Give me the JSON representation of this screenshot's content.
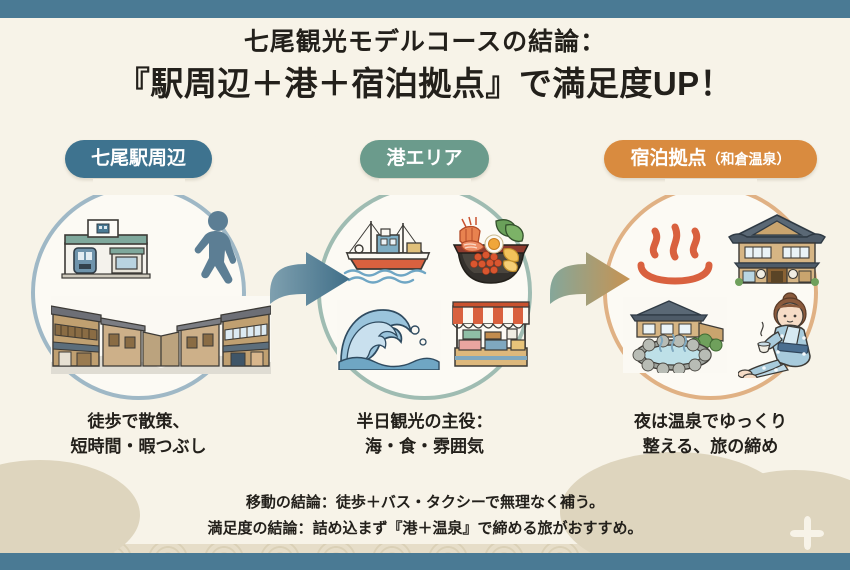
{
  "colors": {
    "bar": "#4A7A94",
    "bg": "#E6DDC8",
    "cream": "#F7F3E8",
    "pill_blue": "#3E738F",
    "pill_green": "#6B9B8C",
    "pill_orange": "#D98B3F",
    "ring_blue": "#9FB8C6",
    "ring_green": "#9FBCB2",
    "ring_orange": "#E0B184",
    "arrow_blue": "#4A7A94",
    "arrow_tan": "#C79352",
    "text": "#23201B"
  },
  "title": {
    "line1": "七尾観光モデルコースの結論：",
    "line2": "『駅周辺＋港＋宿泊拠点』で満足度UP！"
  },
  "columns": [
    {
      "pill_label": "七尾駅周辺",
      "pill_sub": "",
      "pill_color": "#3E738F",
      "ring_color": "#9FB8C6",
      "icons": [
        "train-station-icon",
        "walking-person-icon",
        "townscape-street-left-icon",
        "townscape-street-right-icon"
      ],
      "caption_line1": "徒歩で散策、",
      "caption_line2": "短時間・暇つぶし"
    },
    {
      "pill_label": "港エリア",
      "pill_sub": "",
      "pill_color": "#6B9B8C",
      "ring_color": "#9FBCB2",
      "icons": [
        "fishing-boat-icon",
        "seafood-bowl-icon",
        "ocean-wave-icon",
        "market-stall-icon"
      ],
      "caption_line1": "半日観光の主役：",
      "caption_line2": "海・食・雰囲気"
    },
    {
      "pill_label": "宿泊拠点",
      "pill_sub": "（和倉温泉）",
      "pill_color": "#D98B3F",
      "ring_color": "#E0B184",
      "icons": [
        "onsen-steam-icon",
        "ryokan-building-icon",
        "open-air-bath-icon",
        "yukata-woman-icon"
      ],
      "caption_line1": "夜は温泉でゆっくり",
      "caption_line2": "整える、旅の締め"
    }
  ],
  "arrows": [
    {
      "name": "arrow-station-to-port",
      "color": "#4A7A94"
    },
    {
      "name": "arrow-port-to-lodging",
      "color": "#C79352"
    }
  ],
  "footer": {
    "line1": "移動の結論：徒歩＋バス・タクシーで無理なく補う。",
    "line2": "満足度の結論：詰め込まず『港＋温泉』で締める旅がおすすめ。"
  }
}
